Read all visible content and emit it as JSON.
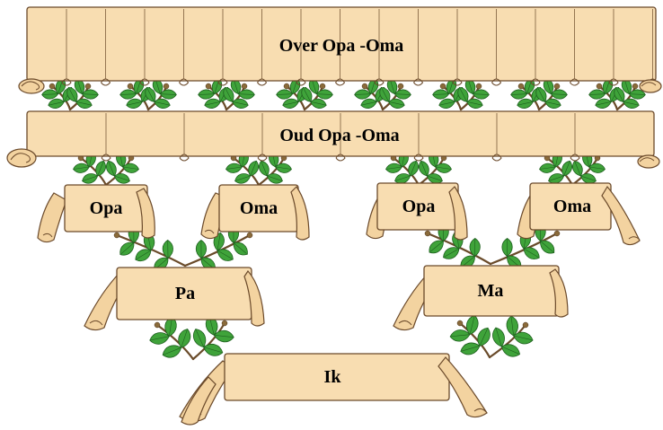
{
  "tree": {
    "row_great_grandparents": "Over Opa -Oma",
    "row_grandparents_ancestors": "Oud Opa -Oma",
    "grandparents": [
      "Opa",
      "Oma",
      "Opa",
      "Oma"
    ],
    "father": "Pa",
    "mother": "Ma",
    "self": "Ik"
  },
  "colors": {
    "parchment": "#f8ddb1",
    "ink": "#6b4a2b",
    "leaf": "#3fa33a",
    "vine": "#6a4b2a"
  }
}
